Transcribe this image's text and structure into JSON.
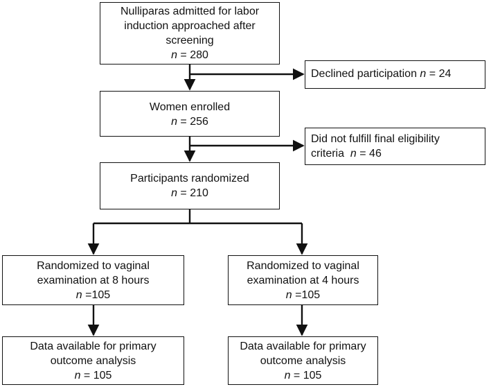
{
  "boxes": {
    "screened": {
      "line1": "Nulliparas admitted for labor",
      "line2": "induction approached after",
      "line3": "screening",
      "n_var": "n",
      "n_val": " = 280"
    },
    "declined": {
      "text": "Declined participation ",
      "n_var": "n",
      "n_val": " = 24"
    },
    "enrolled": {
      "line1": "Women enrolled",
      "n_var": "n",
      "n_val": " = 256"
    },
    "ineligible": {
      "line1": "Did not fulfill final eligibility",
      "line2": "criteria  ",
      "n_var": "n",
      "n_val": " = 46"
    },
    "randomized": {
      "line1": "Participants randomized",
      "n_var": "n",
      "n_val": " = 210"
    },
    "arm8": {
      "line1": "Randomized to vaginal",
      "line2": "examination at 8 hours",
      "n_var": "n",
      "n_val": " =105"
    },
    "arm4": {
      "line1": "Randomized to vaginal",
      "line2": "examination at 4 hours",
      "n_var": "n",
      "n_val": " =105"
    },
    "data8": {
      "line1": "Data available for primary",
      "line2": "outcome analysis",
      "n_var": "n",
      "n_val": " = 105"
    },
    "data4": {
      "line1": "Data available for primary",
      "line2": "outcome analysis",
      "n_var": "n",
      "n_val": " = 105"
    }
  }
}
